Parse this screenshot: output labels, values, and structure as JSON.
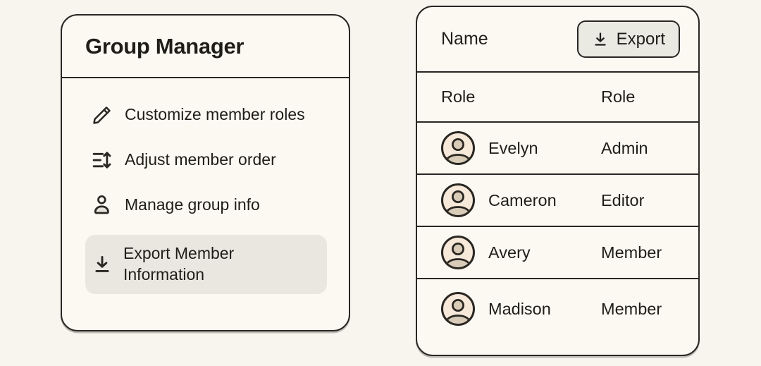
{
  "colors": {
    "page_background": "#f7f5ee",
    "panel_background": "#fbf9f2",
    "border_ink": "#2a2722",
    "text": "#1f1d18",
    "highlight_background": "#e9e7e0",
    "export_button_background": "#eae9e2",
    "avatar_fill": "#f7e9da",
    "avatar_person": "#d8cbb8"
  },
  "group_manager": {
    "title": "Group Manager",
    "items": [
      {
        "icon": "pencil-icon",
        "label": "Customize member roles"
      },
      {
        "icon": "reorder-icon",
        "label": "Adjust member order"
      },
      {
        "icon": "person-icon",
        "label": "Manage group info"
      },
      {
        "icon": "download-icon",
        "label": "Export Member Information",
        "highlighted": true
      }
    ]
  },
  "member_table": {
    "header": {
      "name_label": "Name",
      "export_button": {
        "label": "Export",
        "icon": "download-icon"
      }
    },
    "column_headers": {
      "left": "Role",
      "right": "Role"
    },
    "rows": [
      {
        "name": "Evelyn",
        "role": "Admin"
      },
      {
        "name": "Cameron",
        "role": "Editor"
      },
      {
        "name": "Avery",
        "role": "Member"
      },
      {
        "name": "Madison",
        "role": "Member"
      }
    ]
  }
}
